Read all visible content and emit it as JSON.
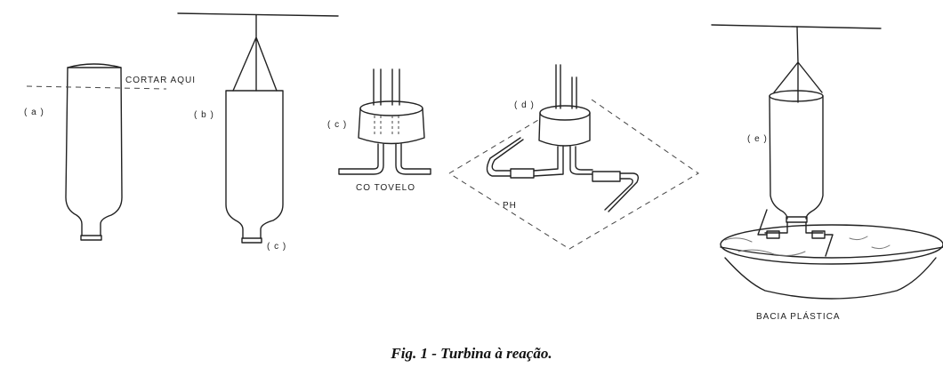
{
  "labels": {
    "a": "( a )",
    "cut_here": "CORTAR AQUI",
    "b": "( b )",
    "c_bottle": "( c )",
    "c_stopper": "( c )",
    "elbow": "CO TOVELO",
    "d": "( d )",
    "ph": "PH",
    "e": "( e )",
    "basin": "BACIA PLÁSTICA"
  },
  "caption": "Fig. 1 - Turbina à reação."
}
